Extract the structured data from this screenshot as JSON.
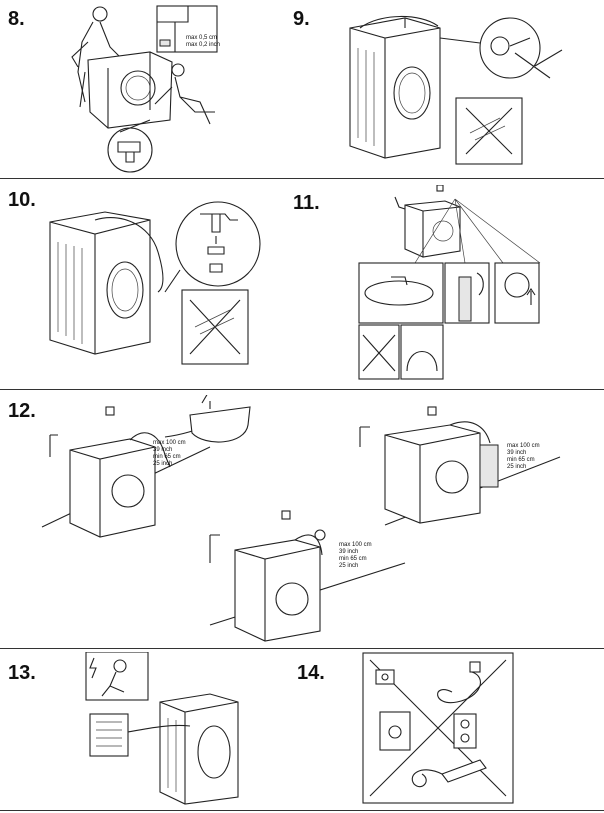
{
  "steps": [
    {
      "number": "8."
    },
    {
      "number": "9."
    },
    {
      "number": "10."
    },
    {
      "number": "11."
    },
    {
      "number": "12."
    },
    {
      "number": "13."
    },
    {
      "number": "14."
    }
  ],
  "step8": {
    "max_cm": "max 0,5 cm",
    "max_inch": "max 0,2 inch"
  },
  "step12": {
    "max_cm": "max 100 cm",
    "max_inch": "39 inch",
    "min_cm": "min 65 cm",
    "min_inch": "25 inch"
  },
  "icons": {
    "leveling": "spirit-level-icon",
    "wrench_prohibited": "pliers-prohibited-icon",
    "tap": "water-tap-icon",
    "socket": "wall-socket-icon",
    "electric_hazard": "electric-hazard-icon"
  }
}
